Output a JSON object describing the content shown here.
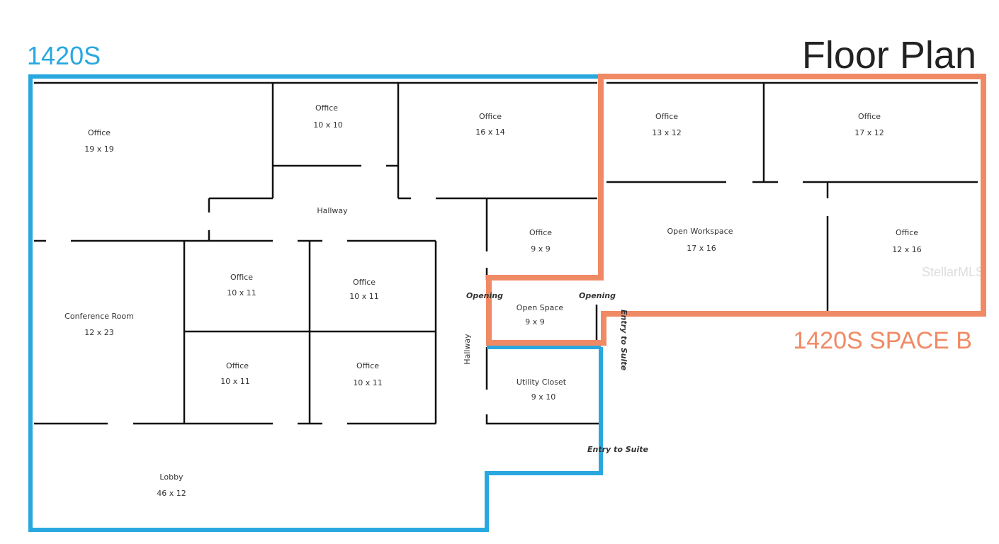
{
  "title": "Floor Plan",
  "suite_label": "1420S",
  "space_b_label": "1420S SPACE B",
  "watermark": "StellarMLS",
  "colors": {
    "suite": "#29a8e0",
    "space_b": "#f08a65",
    "walls": "#111111"
  },
  "rooms": [
    {
      "name": "Office",
      "size": "19 x 19"
    },
    {
      "name": "Office",
      "size": "10 x 10"
    },
    {
      "name": "Office",
      "size": "16 x 14"
    },
    {
      "name": "Office",
      "size": "13 x 12"
    },
    {
      "name": "Office",
      "size": "17 x 12"
    },
    {
      "name": "Office",
      "size": "9 x 9"
    },
    {
      "name": "Open Workspace",
      "size": "17 x 16"
    },
    {
      "name": "Office",
      "size": "12 x 16"
    },
    {
      "name": "Conference Room",
      "size": "12 x 23"
    },
    {
      "name": "Office",
      "size": "10 x 11"
    },
    {
      "name": "Office",
      "size": "10 x 11"
    },
    {
      "name": "Office",
      "size": "10 x 11"
    },
    {
      "name": "Office",
      "size": "10 x 11"
    },
    {
      "name": "Open Space",
      "size": "9 x 9"
    },
    {
      "name": "Utility Closet",
      "size": "9 x 10"
    },
    {
      "name": "Lobby",
      "size": "46 x 12"
    }
  ],
  "annotations": {
    "hallway_top": "Hallway",
    "hallway_side": "Hallway",
    "opening_left": "Opening",
    "opening_right": "Opening",
    "entry_side": "Entry to Suite",
    "entry_bottom": "Entry to Suite"
  }
}
